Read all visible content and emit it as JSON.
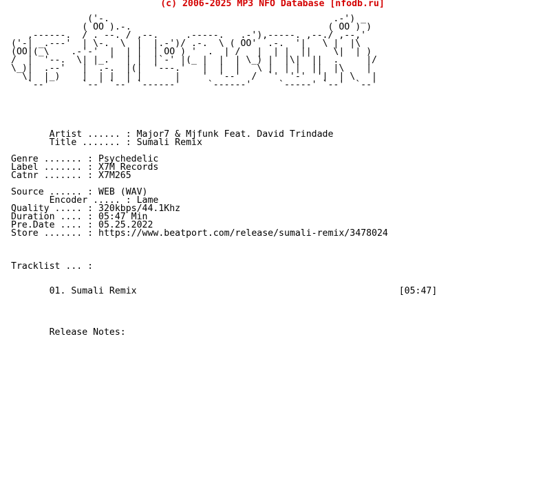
{
  "header": {
    "text": "(c) 2006-2025 MP3 NFO Database [nfodb.ru]",
    "color": "#d40000"
  },
  "nfo_lines": [
    "              ('-.                                         .-') _",
    "             ( OO ).-.                                    ( OO ) )",
    "   ,------.  / . --. / ,--.     .-----.   .-'),-----. ,--./ ,--,'",
    "('-| _.---'  | \\-.  \\  |  |.-')/ .-.  \\ ( OO'  .-.  '|   \\ |  |\\",
    "(OO|(_\\    .-'-'  |  | |  | OO ) '  .  | /   |  | |  ||    \\|  | )",
    "/  |  '--.  \\| |_.'  | |  |`-' |(_ |  |  | \\_) |  |\\|  ||  .     |/",
    "\\_)|  .--'   |  .-.  |(|  '---.'   |  |  |   \\ |  | |  ||  |\\    |",
    "  \\|  |_)    |  | |  | |      |    '  '--'  /  `'  '-'  '|  | \\   |",
    "   `--'      `--' `--' `------'     `------'     `-----' `--'  `--'",
    "",
    "",
    "",
    "",
    "",
    "       Artist ...... : Major7 & Mjfunk Feat. David Trindade",
    "       Title ....... : Sumali Remix",
    "",
    "Genre ....... : Psychedelic",
    "Label ....... : X7M Records",
    "Catnr ....... : X7M265",
    "",
    "Source ...... : WEB (WAV)",
    "       Encoder ..... : Lame",
    "Quality ..... : 320kbps/44.1Khz",
    "Duration .... : 05:47 Min",
    "Pre.Date .... : 05.25.2022",
    "Store ....... : https://www.beatport.com/release/sumali-remix/3478024",
    "",
    "",
    "",
    "Tracklist ... :",
    "",
    "",
    "       01. Sumali Remix                                                [05:47]",
    "",
    "",
    "",
    "",
    "       Release Notes:"
  ]
}
